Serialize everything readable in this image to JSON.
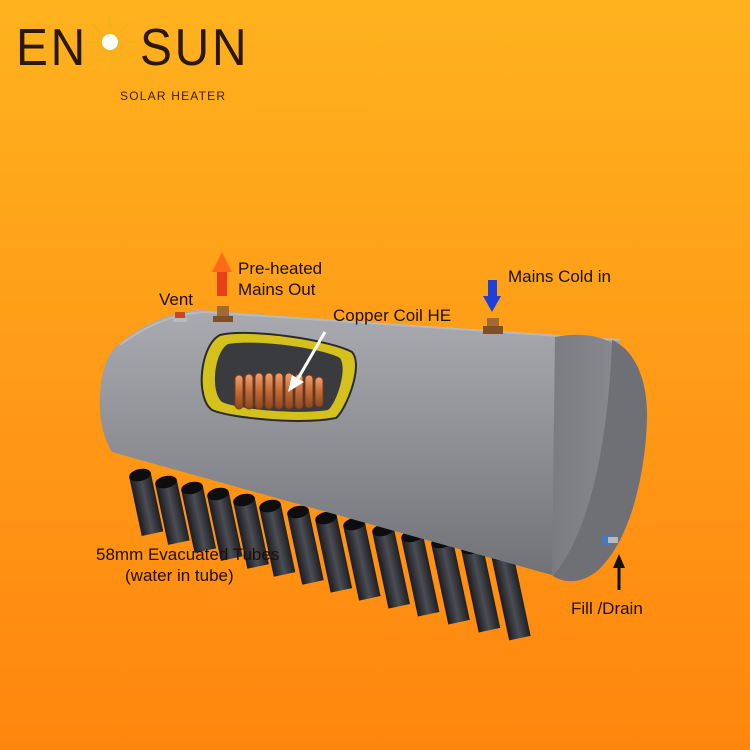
{
  "brand": {
    "name_left": "EN",
    "name_right": "SUN",
    "tagline": "SOLAR HEATER",
    "brand_color": "#2a1808"
  },
  "labels": {
    "vent": "Vent",
    "preheated_line1": "Pre-heated",
    "preheated_line2": "Mains Out",
    "mains_cold": "Mains Cold in",
    "copper_coil": "Copper Coil HE",
    "tubes_line1": "58mm Evacuated Tubes",
    "tubes_line2": "(water in tube)",
    "fill_drain": "Fill /Drain"
  },
  "colors": {
    "hot_arrow": "#e8401a",
    "cold_arrow": "#1e3fd8",
    "tank": "#8b8d92",
    "coil": "#c8733a",
    "insulation": "#d7c21a"
  }
}
